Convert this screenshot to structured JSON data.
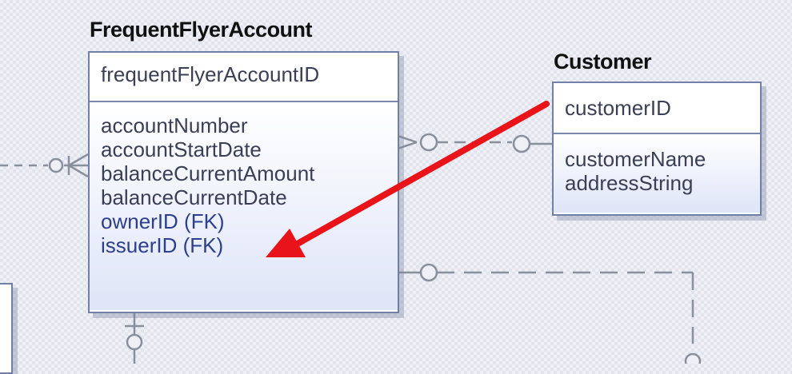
{
  "entities": {
    "frequent_flyer_account": {
      "title": "FrequentFlyerAccount",
      "primary_key": "frequentFlyerAccountID",
      "attributes": [
        "accountNumber",
        "accountStartDate",
        "balanceCurrentAmount",
        "balanceCurrentDate",
        "ownerID (FK)",
        "issuerID (FK)"
      ]
    },
    "customer": {
      "title": "Customer",
      "primary_key": "customerID",
      "attributes": [
        "customerName",
        "addressString"
      ]
    }
  },
  "colors": {
    "arrow": "#e8141a",
    "relationship_line": "#8a8f9c",
    "entity_border": "#6f7fa6",
    "fk_text": "#2b3f8e"
  }
}
